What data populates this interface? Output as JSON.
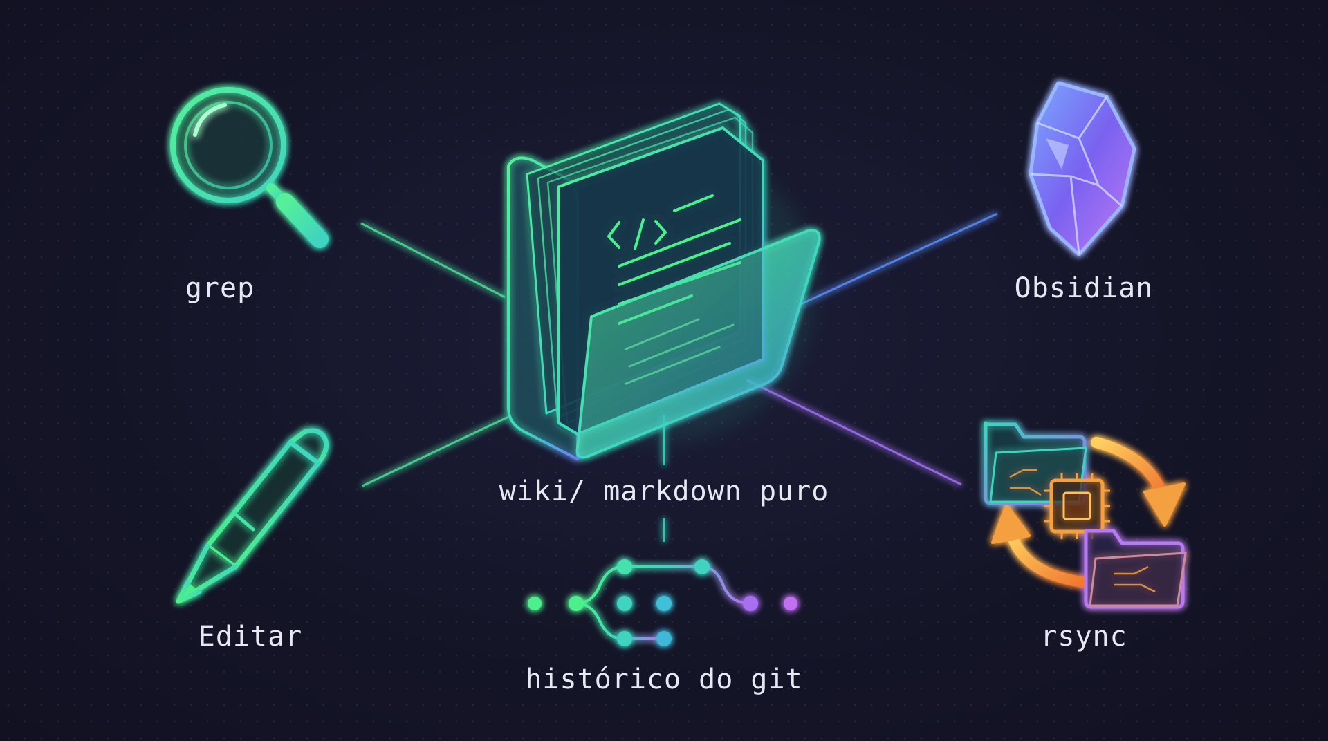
{
  "center": {
    "label": "wiki/ markdown puro",
    "icon": "code-folder-icon"
  },
  "nodes": {
    "grep": {
      "label": "grep",
      "icon": "magnifier-icon"
    },
    "obsidian": {
      "label": "Obsidian",
      "icon": "crystal-icon"
    },
    "editar": {
      "label": "Editar",
      "icon": "pencil-icon"
    },
    "rsync": {
      "label": "rsync",
      "icon": "folder-sync-icon"
    },
    "git": {
      "label": "histórico do git",
      "icon": "git-graph-icon"
    }
  },
  "colors": {
    "background": "#141427",
    "green": "#4cf08c",
    "teal": "#3fd4c0",
    "blue": "#5b8cf5",
    "violet": "#9a6cf0",
    "orange": "#f5a040",
    "text": "#e6e8f2"
  }
}
